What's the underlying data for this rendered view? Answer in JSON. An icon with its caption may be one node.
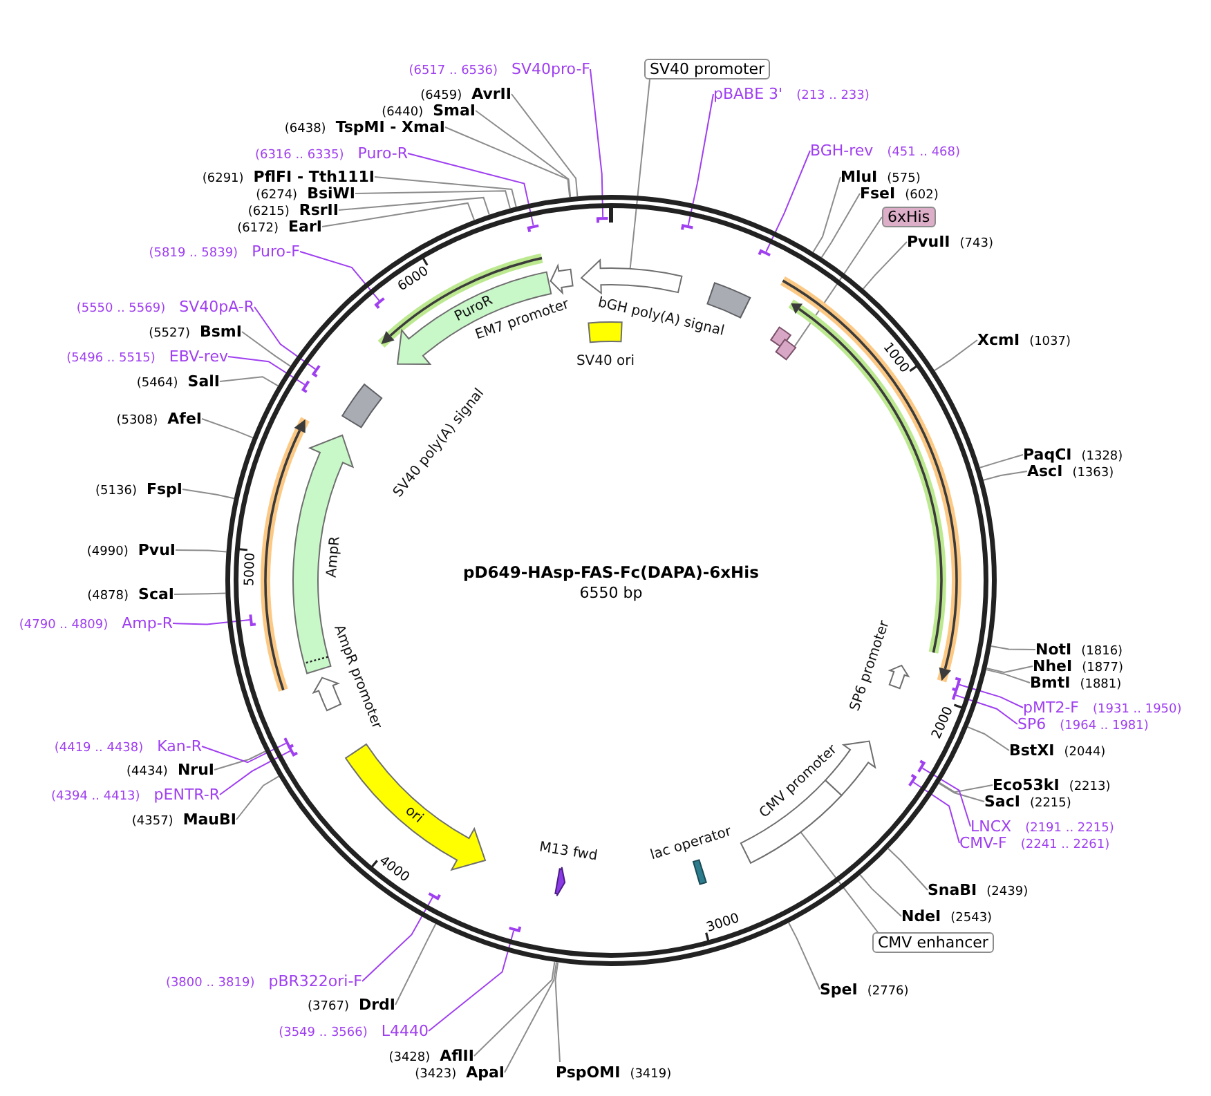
{
  "diagram": {
    "title": "pD649-HAsp-FAS-Fc(DAPA)-6xHis",
    "nodes": [
      {
        "text": [
          "SV40 promoter"
        ]
      },
      {
        "text": [
          "pBABE 3'",
          "(213 .. 233)"
        ]
      },
      {
        "text": [],
        "shape": "bar"
      },
      {
        "text": [
          "BGH-rev",
          "(451 .. 468)"
        ]
      },
      {
        "text": [],
        "shape": "bar"
      },
      {
        "text": [
          "MluI",
          "(575)"
        ]
      },
      {
        "text": [
          "FseI",
          "(602)"
        ]
      },
      {
        "text": [
          "6xHis"
        ]
      },
      {
        "text": [
          "PvuII",
          "(743)"
        ]
      },
      {
        "text": [
          "XcmI",
          "(1037)"
        ]
      },
      {
        "text": [
          "PaqCI",
          "(1328)"
        ]
      },
      {
        "text": [
          "AscI",
          "(1363)"
        ]
      },
      {
        "text": [
          "NotI",
          "(1816)"
        ]
      },
      {
        "text": [
          "NheI",
          "(1877)"
        ]
      },
      {
        "text": [
          "BmtI",
          "(1881)"
        ]
      },
      {
        "text": [
          "pMT2-F",
          "(1931 .. 1950)"
        ]
      },
      {
        "text": [],
        "shape": "bar"
      },
      {
        "text": [
          "SP6",
          "(1964 .. 1981)"
        ]
      },
      {
        "text": [],
        "shape": "bar"
      },
      {
        "text": [
          "BstXI",
          "(2044)"
        ]
      },
      {
        "text": [
          "Eco53kI",
          "(2213)"
        ]
      },
      {
        "text": [
          "SacI",
          "(2215)"
        ]
      },
      {
        "text": [
          "LNCX",
          "(2191 .. 2215)"
        ]
      },
      {
        "text": [],
        "shape": "bar"
      },
      {
        "text": [
          "CMV-F",
          "(2241 .. 2261)"
        ]
      },
      {
        "text": [],
        "shape": "bar"
      },
      {
        "text": [
          "SnaBI",
          "(2439)"
        ]
      },
      {
        "text": [
          "NdeI",
          "(2543)"
        ]
      },
      {
        "text": [
          "CMV enhancer"
        ]
      },
      {
        "text": [
          "SpeI",
          "(2776)"
        ]
      },
      {
        "text": [
          "PspOMI",
          "(3419)"
        ]
      },
      {
        "text": [
          "(3423)",
          "ApaI"
        ]
      },
      {
        "text": [
          "(3428)",
          "AflII"
        ]
      },
      {
        "text": [
          "(3549 .. 3566)",
          "L4440"
        ]
      },
      {
        "text": [],
        "shape": "bar"
      },
      {
        "text": [
          "(3767)",
          "DrdI"
        ]
      },
      {
        "text": [
          "(3800 .. 3819)",
          "pBR322ori-F"
        ]
      },
      {
        "text": [],
        "shape": "bar"
      },
      {
        "text": [
          "(4357)",
          "MauBI"
        ]
      },
      {
        "text": [
          "(4394 .. 4413)",
          "pENTR-R"
        ]
      },
      {
        "text": [],
        "shape": "bar"
      },
      {
        "text": [
          "(4434)",
          "NruI"
        ]
      },
      {
        "text": [
          "(4419 .. 4438)",
          "Kan-R"
        ]
      },
      {
        "text": [],
        "shape": "bar"
      },
      {
        "text": [
          "(4790 .. 4809)",
          "Amp-R"
        ]
      },
      {
        "text": [],
        "shape": "bar"
      },
      {
        "text": [
          "(4878)",
          "ScaI"
        ]
      },
      {
        "text": [
          "(4990)",
          "PvuI"
        ]
      },
      {
        "text": [
          "(5136)",
          "FspI"
        ]
      },
      {
        "text": [
          "(5308)",
          "AfeI"
        ]
      },
      {
        "text": [
          "(5464)",
          "SalI"
        ]
      },
      {
        "text": [
          "(5496 .. 5515)",
          "EBV-rev"
        ]
      },
      {
        "text": [],
        "shape": "bar"
      },
      {
        "text": [
          "(5527)",
          "BsmI"
        ]
      },
      {
        "text": [
          "(5550 .. 5569)",
          "SV40pA-R"
        ]
      },
      {
        "text": [],
        "shape": "bar"
      },
      {
        "text": [
          "(5819 .. 5839)",
          "Puro-F"
        ]
      },
      {
        "text": [],
        "shape": "bar"
      },
      {
        "text": [
          "(6172)",
          "EarI"
        ]
      },
      {
        "text": [
          "(6215)",
          "RsrII"
        ]
      },
      {
        "text": [
          "(6274)",
          "BsiWI"
        ]
      },
      {
        "text": [
          "(6291)",
          "PflFI - Tth111I"
        ]
      },
      {
        "text": [
          "(6316 .. 6335)",
          "Puro-R"
        ]
      },
      {
        "text": [],
        "shape": "bar"
      },
      {
        "text": [
          "(6438)",
          "TspMI - XmaI"
        ]
      },
      {
        "text": [
          "(6440)",
          "SmaI"
        ]
      },
      {
        "text": [
          "(6459)",
          "AvrII"
        ]
      },
      {
        "text": [
          "(6517 .. 6536)",
          "SV40pro-F"
        ]
      },
      {
        "text": [],
        "shape": "bar"
      },
      {
        "text": [],
        "shape": "box",
        "beside": [
          "SV40 ori"
        ]
      },
      {
        "text": [],
        "shape": "arrow"
      },
      {
        "text": [],
        "shape": "box",
        "beside": [
          "bGH poly(A) signal"
        ]
      },
      {
        "text": [],
        "shape": "box"
      },
      {
        "text": [],
        "shape": "box"
      },
      {
        "text": [],
        "shape": "arrow",
        "beside": [
          "SP6 promoter"
        ]
      },
      {
        "text": [],
        "shape": "arrow",
        "beside": [
          "CMV promoter"
        ]
      },
      {
        "text": [],
        "shape": "box"
      },
      {
        "text": [],
        "shape": "box",
        "beside": [
          "lac operator"
        ]
      },
      {
        "text": [],
        "shape": "arrow",
        "beside": [
          "M13 fwd"
        ]
      },
      {
        "text": [
          "ori"
        ]
      },
      {
        "text": [],
        "shape": "arrow",
        "beside": [
          "AmpR promoter"
        ]
      },
      {
        "text": [],
        "shape": "arrow",
        "beside": [
          "AmpR"
        ]
      },
      {
        "text": [],
        "shape": "box",
        "beside": [
          "SV40 poly(A) signal"
        ]
      },
      {
        "text": [
          "PuroR"
        ]
      },
      {
        "text": [],
        "shape": "arrow",
        "beside": [
          "EM7 promoter"
        ]
      }
    ],
    "edges": [
      {
        "from": 0,
        "to": 70,
        "arrow": "none"
      },
      {
        "from": 1,
        "to": 2,
        "arrow": "none",
        "color": "#9f3ff0"
      },
      {
        "from": 3,
        "to": 4,
        "arrow": "none",
        "color": "#9f3ff0"
      },
      {
        "from": 5,
        "to": null,
        "arrow": "none"
      },
      {
        "from": 6,
        "to": null,
        "arrow": "none"
      },
      {
        "from": 7,
        "to": 73,
        "arrow": "none"
      },
      {
        "from": 8,
        "to": null,
        "arrow": "none"
      },
      {
        "from": 9,
        "to": null,
        "arrow": "none"
      },
      {
        "from": 10,
        "to": null,
        "arrow": "none"
      },
      {
        "from": 11,
        "to": null,
        "arrow": "none"
      },
      {
        "from": 12,
        "to": null,
        "arrow": "none"
      },
      {
        "from": 13,
        "to": null,
        "arrow": "none"
      },
      {
        "from": 14,
        "to": null,
        "arrow": "none"
      },
      {
        "from": 15,
        "to": 16,
        "arrow": "none",
        "color": "#9f3ff0"
      },
      {
        "from": 17,
        "to": 18,
        "arrow": "none",
        "color": "#9f3ff0"
      },
      {
        "from": 19,
        "to": null,
        "arrow": "none"
      },
      {
        "from": 20,
        "to": null,
        "arrow": "none"
      },
      {
        "from": 21,
        "to": null,
        "arrow": "none"
      },
      {
        "from": 22,
        "to": 23,
        "arrow": "none",
        "color": "#9f3ff0"
      },
      {
        "from": 24,
        "to": 25,
        "arrow": "none",
        "color": "#9f3ff0"
      },
      {
        "from": 26,
        "to": null,
        "arrow": "none"
      },
      {
        "from": 27,
        "to": null,
        "arrow": "none"
      },
      {
        "from": 28,
        "to": 76,
        "arrow": "none"
      },
      {
        "from": 29,
        "to": null,
        "arrow": "none"
      },
      {
        "from": 30,
        "to": null,
        "arrow": "none"
      },
      {
        "from": 31,
        "to": null,
        "arrow": "none"
      },
      {
        "from": 32,
        "to": null,
        "arrow": "none"
      },
      {
        "from": 33,
        "to": 34,
        "arrow": "none",
        "color": "#9f3ff0"
      },
      {
        "from": 35,
        "to": null,
        "arrow": "none"
      },
      {
        "from": 36,
        "to": 37,
        "arrow": "none",
        "color": "#9f3ff0"
      },
      {
        "from": 38,
        "to": null,
        "arrow": "none"
      },
      {
        "from": 39,
        "to": 40,
        "arrow": "none",
        "color": "#9f3ff0"
      },
      {
        "from": 41,
        "to": null,
        "arrow": "none"
      },
      {
        "from": 42,
        "to": 43,
        "arrow": "none",
        "color": "#9f3ff0"
      },
      {
        "from": 44,
        "to": 45,
        "arrow": "none",
        "color": "#9f3ff0"
      },
      {
        "from": 46,
        "to": null,
        "arrow": "none"
      },
      {
        "from": 47,
        "to": null,
        "arrow": "none"
      },
      {
        "from": 48,
        "to": null,
        "arrow": "none"
      },
      {
        "from": 49,
        "to": null,
        "arrow": "none"
      },
      {
        "from": 50,
        "to": null,
        "arrow": "none"
      },
      {
        "from": 51,
        "to": 52,
        "arrow": "none",
        "color": "#9f3ff0"
      },
      {
        "from": 53,
        "to": null,
        "arrow": "none"
      },
      {
        "from": 54,
        "to": 55,
        "arrow": "none",
        "color": "#9f3ff0"
      },
      {
        "from": 56,
        "to": 57,
        "arrow": "none",
        "color": "#9f3ff0"
      },
      {
        "from": 58,
        "to": null,
        "arrow": "none"
      },
      {
        "from": 59,
        "to": null,
        "arrow": "none"
      },
      {
        "from": 60,
        "to": null,
        "arrow": "none"
      },
      {
        "from": 61,
        "to": null,
        "arrow": "none"
      },
      {
        "from": 62,
        "to": 63,
        "arrow": "none",
        "color": "#9f3ff0"
      },
      {
        "from": 64,
        "to": null,
        "arrow": "none"
      },
      {
        "from": 65,
        "to": null,
        "arrow": "none"
      },
      {
        "from": 66,
        "to": null,
        "arrow": "none"
      },
      {
        "from": 67,
        "to": 68,
        "arrow": "none",
        "color": "#9f3ff0"
      }
    ],
    "labels": [
      "6550 bp",
      "1000",
      "2000",
      "3000",
      "4000",
      "5000",
      "6000"
    ]
  }
}
